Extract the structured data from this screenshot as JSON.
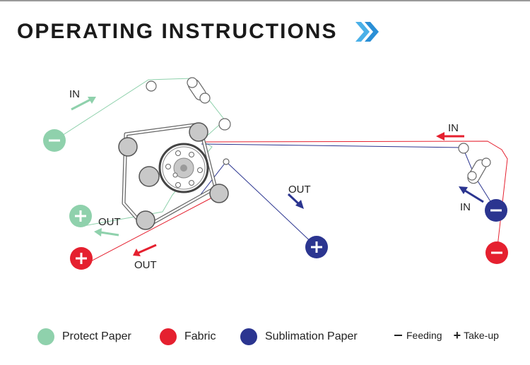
{
  "title": "OPERATING INSTRUCTIONS",
  "colors": {
    "protect": "#8fd1ac",
    "fabric": "#e5202f",
    "sublimation": "#2b3590",
    "roller": "#c8c8c8",
    "outline": "#666666"
  },
  "diagram": {
    "labels": {
      "protect_in": "IN",
      "protect_out": "OUT",
      "fabric_out": "OUT",
      "fabric_in": "IN",
      "sublimation_out": "OUT",
      "sublimation_in": "IN"
    }
  },
  "legend": {
    "protect": "Protect Paper",
    "fabric": "Fabric",
    "sublimation": "Sublimation Paper",
    "feeding": "Feeding",
    "takeup": "Take-up"
  }
}
